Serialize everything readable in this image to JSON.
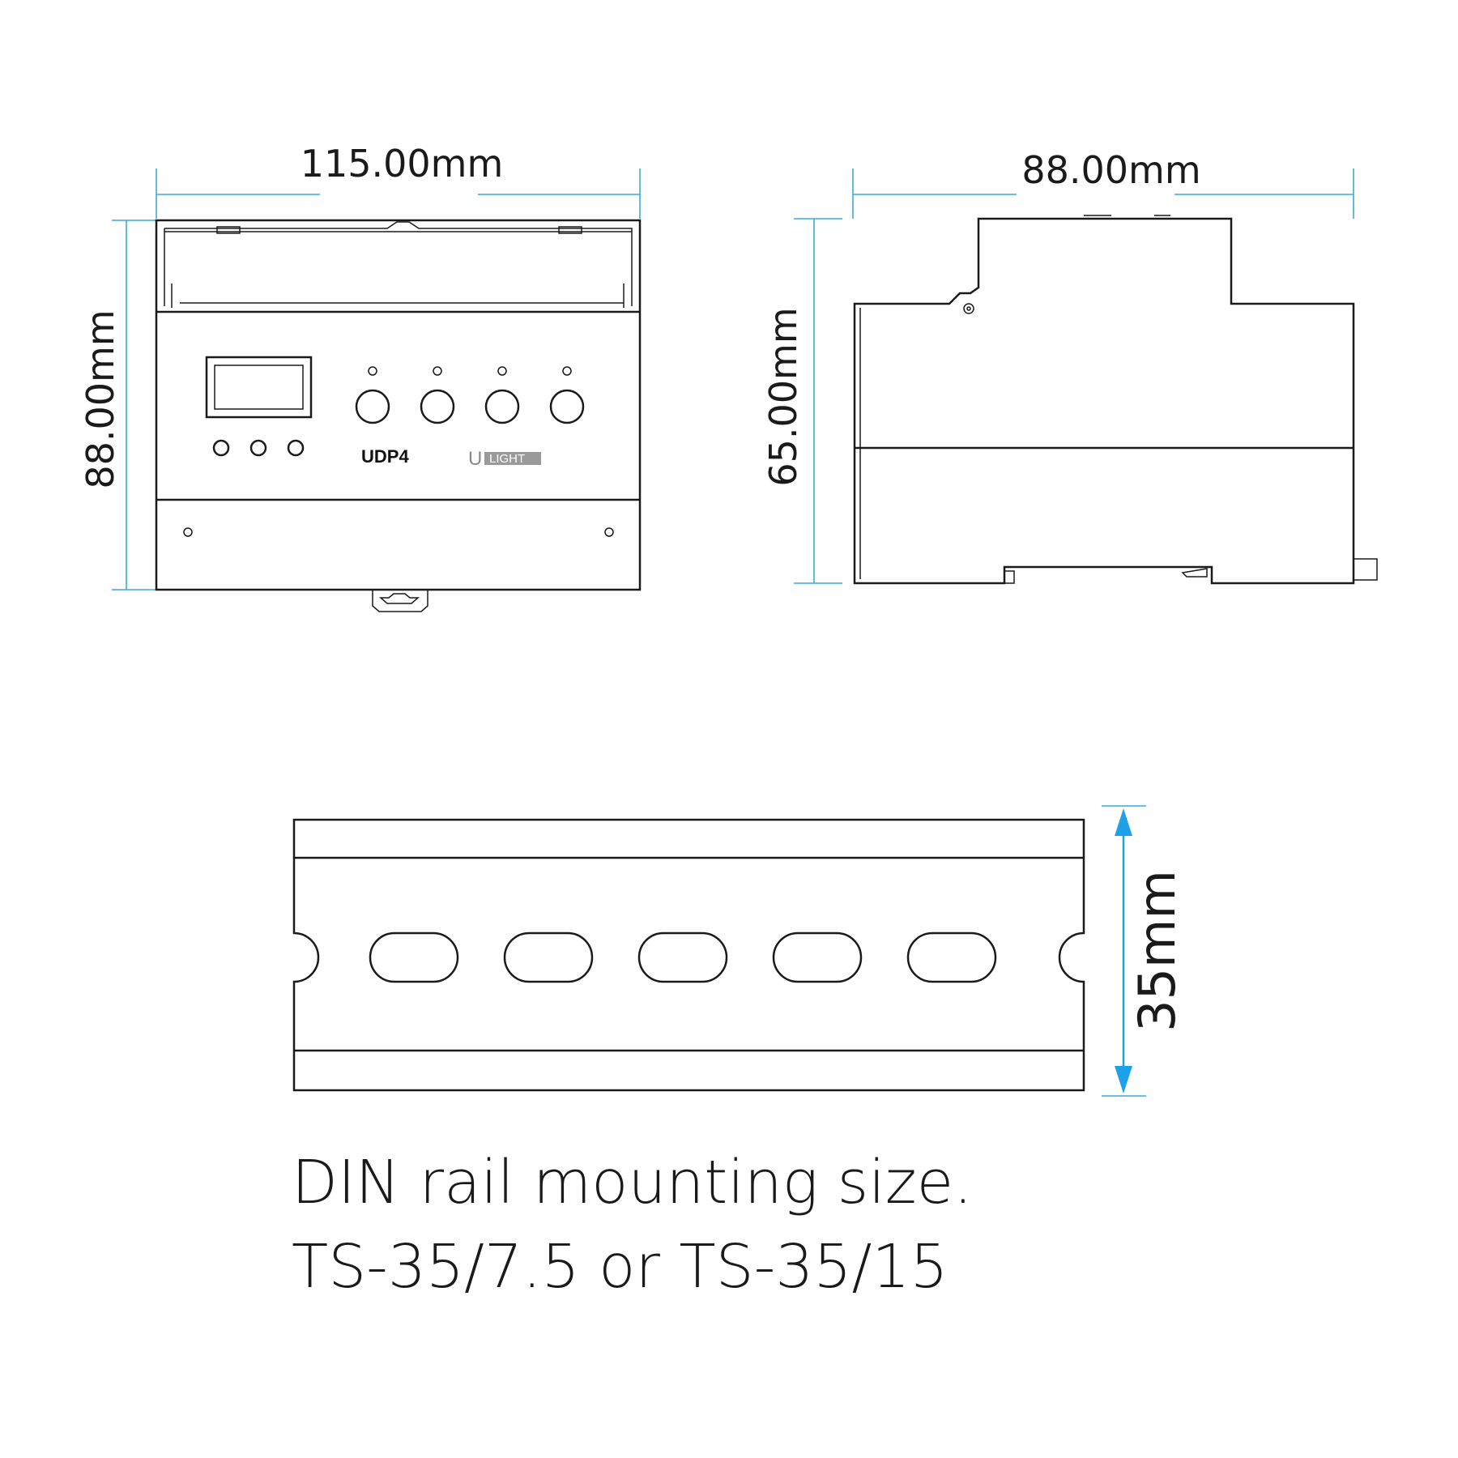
{
  "front_view": {
    "width_label": "115.00mm",
    "height_label": "88.00mm",
    "model_label": "UDP4",
    "logo_letter": "U",
    "logo_text": "LIGHT"
  },
  "side_view": {
    "width_label": "88.00mm",
    "height_label": "65.00mm"
  },
  "rail": {
    "height_label": "35mm",
    "slot_count": 5
  },
  "caption": {
    "line1": "DIN rail mounting size.",
    "line2": "TS-35/7.5 or TS-35/15"
  },
  "colors": {
    "dimension": "#3aa9e0",
    "dimension_arrow": "#1da1e8",
    "outline": "#1a1a1a",
    "logo_fill": "#9a9a9a"
  }
}
